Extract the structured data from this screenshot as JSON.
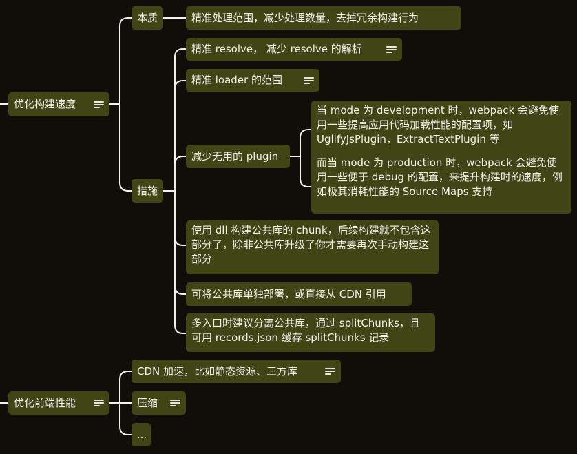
{
  "nodes": {
    "speed": "优化构建速度",
    "essence": "本质",
    "essence_desc": "精准处理范围，减少处理数量，去掉冗余构建行为",
    "measures": "措施",
    "resolve": "精准 resolve， 减少 resolve 的解析",
    "loader": "精准 loader 的范围",
    "plugin": "减少无用的 plugin",
    "plugin_dev": "当 mode 为 development 时，webpack 会避免使用一些提高应用代码加载性能的配置项，如 UglifyJsPlugin，ExtractTextPlugin 等",
    "plugin_prod": "而当 mode 为 production 时，webpack 会避免使用一些便于 debug 的配置，来提升构建时的速度，例如极其消耗性能的 Source Maps 支持",
    "dll": "使用 dll 构建公共库的 chunk，后续构建就不包含这部分了，除非公共库升级了你才需要再次手动构建这部分",
    "cdn_deploy": "可将公共库单独部署，或直接从 CDN 引用",
    "split": "多入口时建议分离公共库，通过 splitChunks，且可用 records.json 缓存 splitChunks 记录",
    "frontend": "优化前端性能",
    "cdn_speed": "CDN 加速，比如静态资源、三方库",
    "compress": "压缩",
    "more": "..."
  }
}
